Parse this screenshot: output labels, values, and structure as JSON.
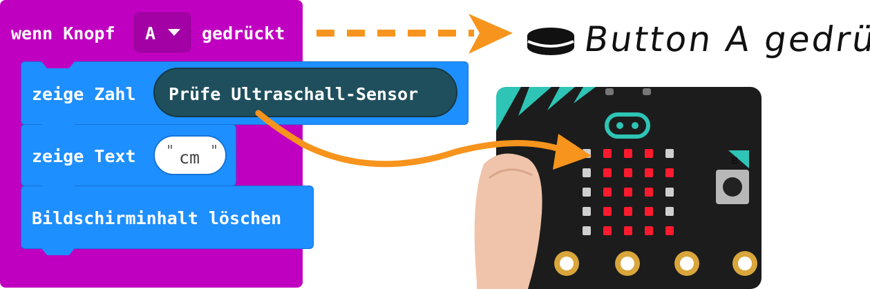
{
  "blocks": {
    "event": {
      "prefix": "wenn Knopf",
      "dropdown_value": "A",
      "suffix": "gedrückt"
    },
    "show_number": {
      "label": "zeige Zahl",
      "reporter": "Prüfe Ultraschall-Sensor"
    },
    "show_text": {
      "label": "zeige Text",
      "open_quote": "\"",
      "value": "cm",
      "close_quote": "\""
    },
    "clear_screen": {
      "label": "Bildschirminhalt löschen"
    }
  },
  "annotation": {
    "text": "Button A gedrückt",
    "icon": "button-press-icon"
  },
  "device": {
    "button_label": "B"
  },
  "colors": {
    "event_block": "#c000c0",
    "basic_block": "#1e8fff",
    "reporter_block": "#1f4f5c",
    "arrow": "#f7941d",
    "led_on": "#ff1a2e",
    "board": "#1c1c1c",
    "accent": "#2ec4b6"
  }
}
